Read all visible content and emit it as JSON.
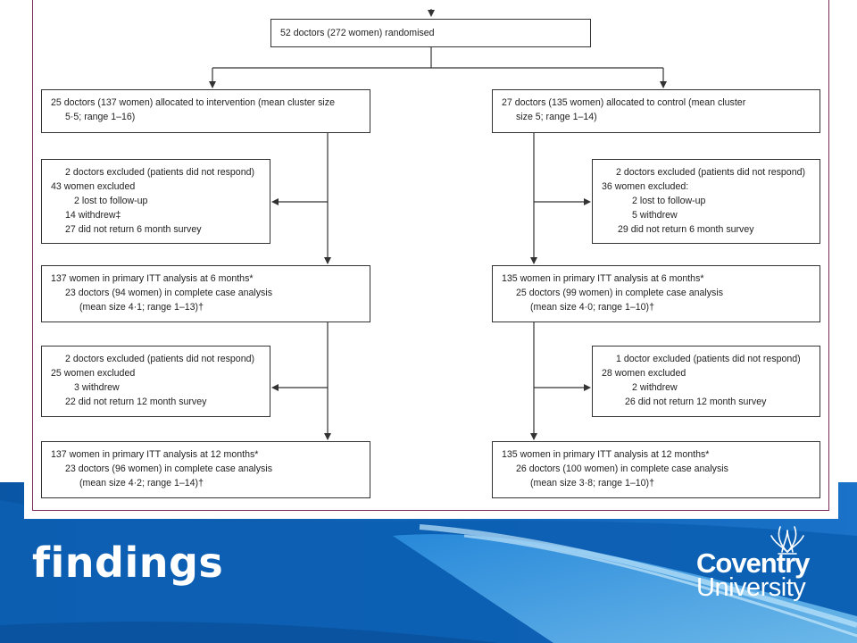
{
  "slide": {
    "heading": "findings",
    "logo": {
      "line1": "Coventry",
      "line2": "University",
      "crest": "phoenix-crest-icon"
    },
    "colors": {
      "blue_dark": "#0b5aa8",
      "blue_mid": "#1f7fd0",
      "blue_light": "#7fc6f0",
      "panel_border": "#7a2a5c"
    }
  },
  "flowchart": {
    "top": {
      "lines": [
        "52 doctors (272 women) randomised"
      ]
    },
    "intervention": {
      "allocated": [
        "25 doctors (137 women) allocated to intervention (mean cluster size",
        "5·5; range 1–16)"
      ],
      "excluded_6m": [
        "2 doctors excluded (patients did not respond)",
        "43 women excluded",
        "2 lost to follow-up",
        "14 withdrew‡",
        "27 did not return 6 month survey"
      ],
      "analysis_6m": [
        "137 women in primary ITT analysis at 6 months*",
        "23 doctors (94 women) in complete case analysis",
        "(mean size 4·1; range 1–13)†"
      ],
      "excluded_12m": [
        "2 doctors excluded (patients did not respond)",
        "25 women excluded",
        "3 withdrew",
        "22 did not return 12 month survey"
      ],
      "analysis_12m": [
        "137 women in primary ITT analysis at 12 months*",
        "23 doctors (96 women) in complete case analysis",
        "(mean size 4·2; range 1–14)†"
      ]
    },
    "control": {
      "allocated": [
        "27 doctors (135 women) allocated to control (mean cluster",
        "size 5; range 1–14)"
      ],
      "excluded_6m": [
        "2 doctors excluded (patients did not respond)",
        "36 women excluded:",
        "2 lost to follow-up",
        "5 withdrew",
        "29 did not return 6 month survey"
      ],
      "analysis_6m": [
        "135 women in primary ITT analysis at 6 months*",
        "25 doctors (99 women) in complete case analysis",
        "(mean size 4·0; range 1–10)†"
      ],
      "excluded_12m": [
        "1 doctor excluded (patients did not respond)",
        "28 women excluded",
        "2 withdrew",
        "26 did not return 12 month survey"
      ],
      "analysis_12m": [
        "135 women in primary ITT analysis at 12 months*",
        "26 doctors (100 women) in complete case analysis",
        "(mean size 3·8; range 1–10)†"
      ]
    }
  }
}
